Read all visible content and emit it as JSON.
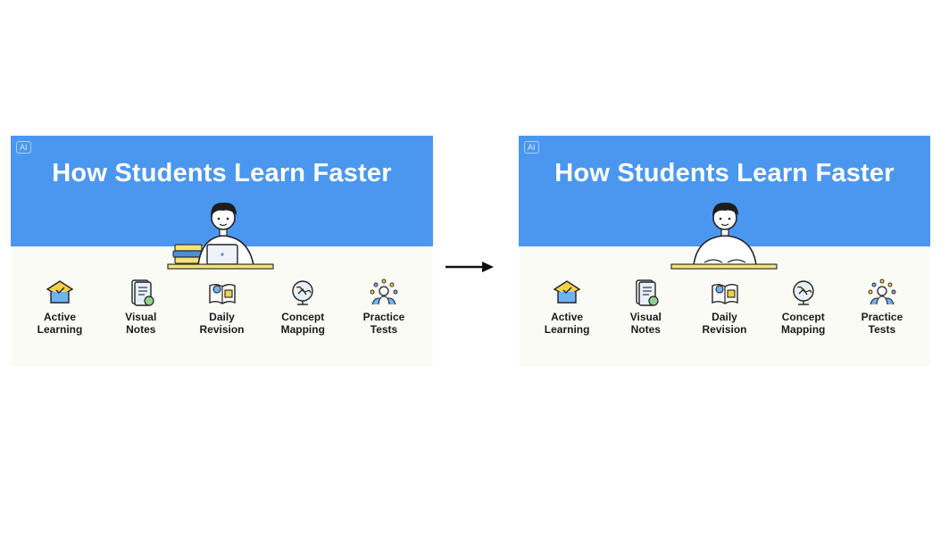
{
  "left_panel": {
    "badge": "AI",
    "title": "How Students Learn Faster",
    "features": [
      {
        "label": "Active\nLearning",
        "icon": "graduation-cap-icon"
      },
      {
        "label": "Visual\nNotes",
        "icon": "notebook-icon"
      },
      {
        "label": "Daily\nRevision",
        "icon": "book-icon"
      },
      {
        "label": "Concept\nMapping",
        "icon": "globe-icon"
      },
      {
        "label": "Practice\nTests",
        "icon": "group-icon"
      }
    ]
  },
  "right_panel": {
    "badge": "AI",
    "title": "How Students Learn Faster",
    "features": [
      {
        "label": "Active\nLearning",
        "icon": "graduation-cap-icon"
      },
      {
        "label": "Visual\nNotes",
        "icon": "notebook-icon"
      },
      {
        "label": "Daily\nRevision",
        "icon": "book-icon"
      },
      {
        "label": "Concept\nMapping",
        "icon": "globe-icon"
      },
      {
        "label": "Practice\nTests",
        "icon": "group-icon"
      }
    ]
  },
  "colors": {
    "banner": "#4b97f0",
    "desk": "#f3e37a",
    "books": "#4a90d9"
  }
}
